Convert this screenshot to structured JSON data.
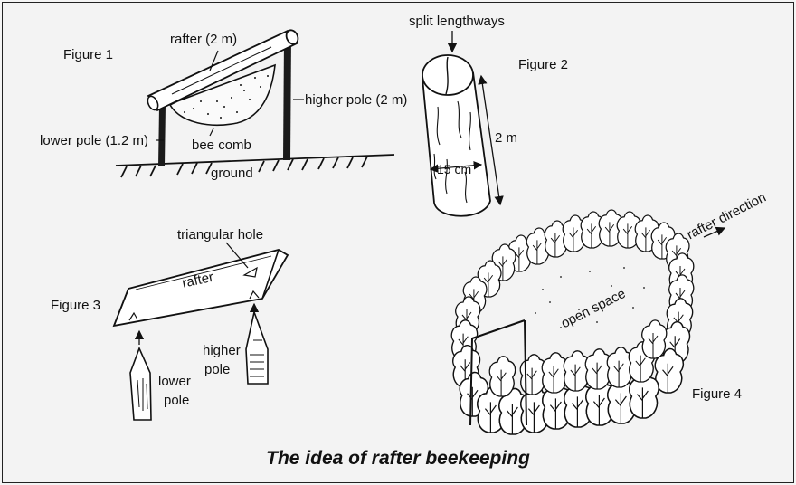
{
  "caption": "The idea of rafter beekeeping",
  "figure1": {
    "title": "Figure 1",
    "rafter": "rafter (2 m)",
    "higher_pole": "higher pole (2 m)",
    "lower_pole": "lower pole (1.2 m)",
    "bee_comb": "bee comb",
    "ground": "ground"
  },
  "figure2": {
    "title": "Figure 2",
    "split": "split lengthways",
    "length": "2 m",
    "diameter": "15 cm"
  },
  "figure3": {
    "title": "Figure 3",
    "triangular_hole": "triangular hole",
    "rafter": "rafter",
    "higher_pole_1": "higher",
    "higher_pole_2": "pole",
    "lower_pole_1": "lower",
    "lower_pole_2": "pole"
  },
  "figure4": {
    "title": "Figure 4",
    "rafter_direction": "rafter direction",
    "open_space": "open space"
  }
}
